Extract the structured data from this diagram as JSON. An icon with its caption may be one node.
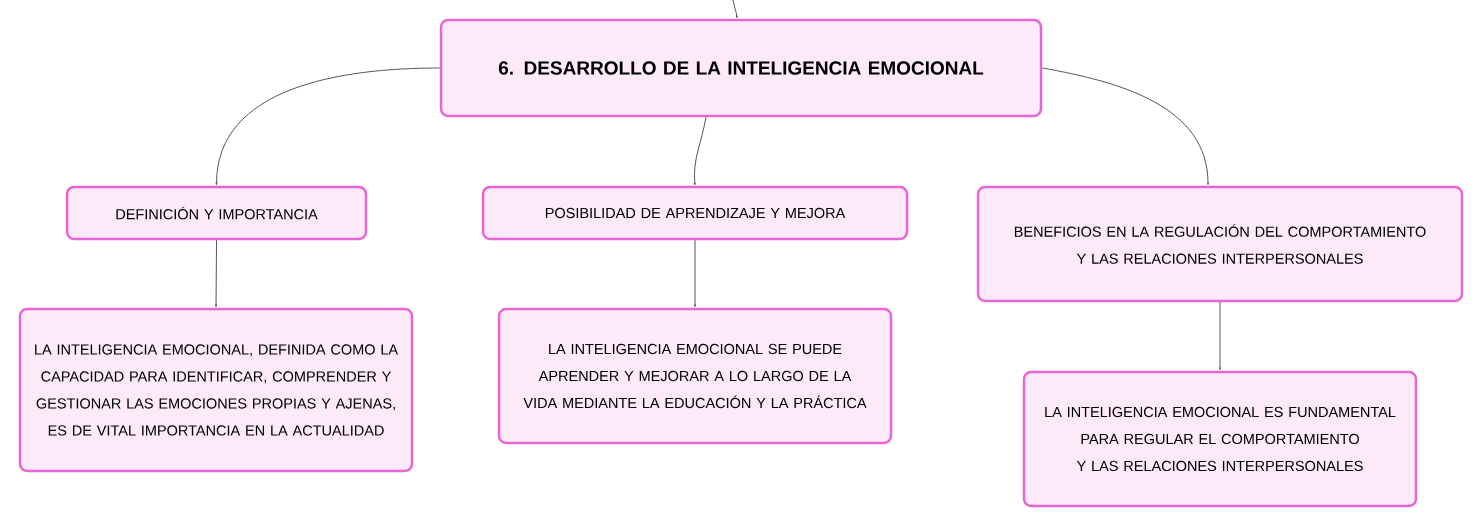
{
  "diagram": {
    "nodes": [
      {
        "text": [
          "6. DESARROLLO DE LA INTELIGENCIA EMOCIONAL"
        ]
      },
      {
        "text": [
          "DEFINICIÓN Y IMPORTANCIA"
        ]
      },
      {
        "text": [
          "POSIBILIDAD DE APRENDIZAJE Y MEJORA"
        ]
      },
      {
        "text": [
          "BENEFICIOS EN LA REGULACIÓN DEL COMPORTAMIENTO Y LAS RELACIONES INTERPERSONALES"
        ]
      },
      {
        "text": [
          "LA INTELIGENCIA EMOCIONAL, DEFINIDA COMO LA CAPACIDAD PARA IDENTIFICAR, COMPRENDER Y GESTIONAR LAS EMOCIONES PROPIAS Y AJENAS, ES DE VITAL IMPORTANCIA EN LA ACTUALIDAD"
        ]
      },
      {
        "text": [
          "LA INTELIGENCIA EMOCIONAL SE PUEDE APRENDER Y MEJORAR A LO LARGO DE LA VIDA MEDIANTE LA EDUCACIÓN Y LA PRÁCTICA"
        ]
      },
      {
        "text": [
          "LA INTELIGENCIA EMOCIONAL ES FUNDAMENTAL PARA REGULAR EL COMPORTAMIENTO Y LAS RELACIONES INTERPERSONALES"
        ]
      }
    ],
    "edges": [
      {
        "from": null,
        "to": 0,
        "arrow": "to"
      },
      {
        "from": 0,
        "to": 1,
        "arrow": "to"
      },
      {
        "from": 0,
        "to": 2,
        "arrow": "to"
      },
      {
        "from": 0,
        "to": 3,
        "arrow": "to"
      },
      {
        "from": 1,
        "to": 4,
        "arrow": "to"
      },
      {
        "from": 2,
        "to": 5,
        "arrow": "to"
      },
      {
        "from": 3,
        "to": 6,
        "arrow": "to"
      }
    ]
  }
}
